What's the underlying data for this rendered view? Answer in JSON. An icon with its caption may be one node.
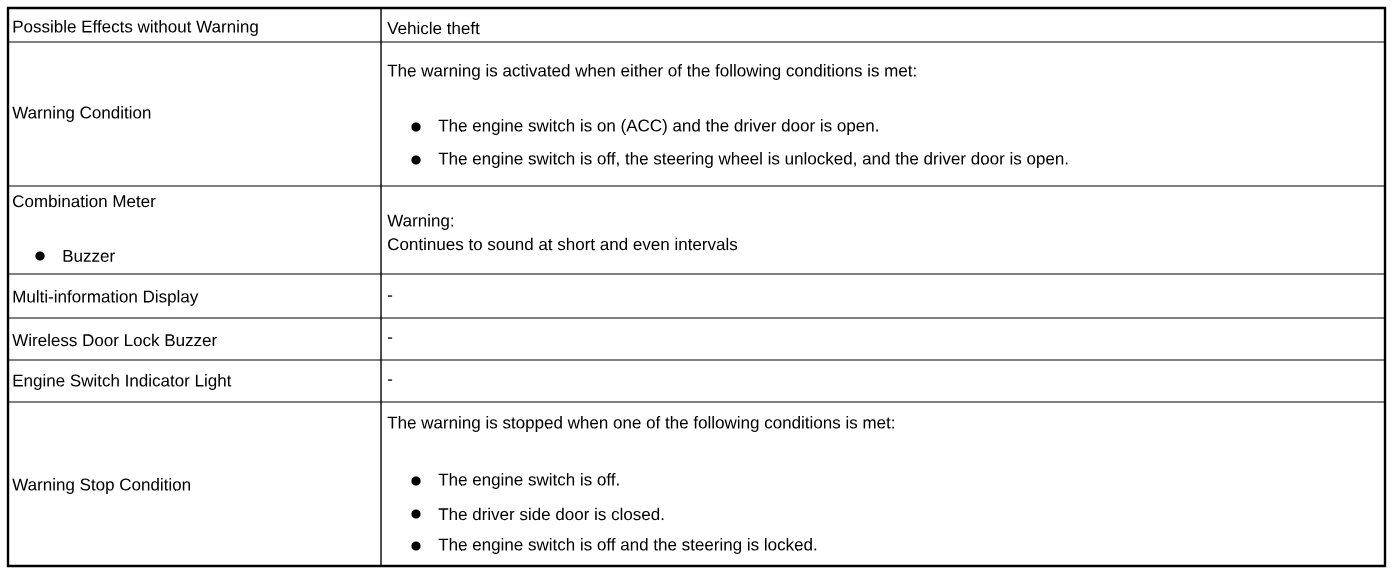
{
  "diagram": {
    "labels": [
      "Possible Effects without Warning",
      "Vehicle theft",
      "Warning Condition",
      "The warning is activated when either of the following conditions is met:",
      "The engine switch is on (ACC) and the driver door is open.",
      "The engine switch is off, the steering wheel is unlocked, and the driver door is open.",
      "Combination Meter",
      "Buzzer",
      "Warning:",
      "Continues to sound at short and even intervals",
      "Multi-information Display",
      "-",
      "Wireless Door Lock Buzzer",
      "-",
      "Engine Switch Indicator Light",
      "-",
      "Warning Stop Condition",
      "The warning is stopped when one of the following conditions is met:",
      "The engine switch is off.",
      "The driver side door is closed.",
      "The engine switch is off and the steering is locked."
    ]
  }
}
